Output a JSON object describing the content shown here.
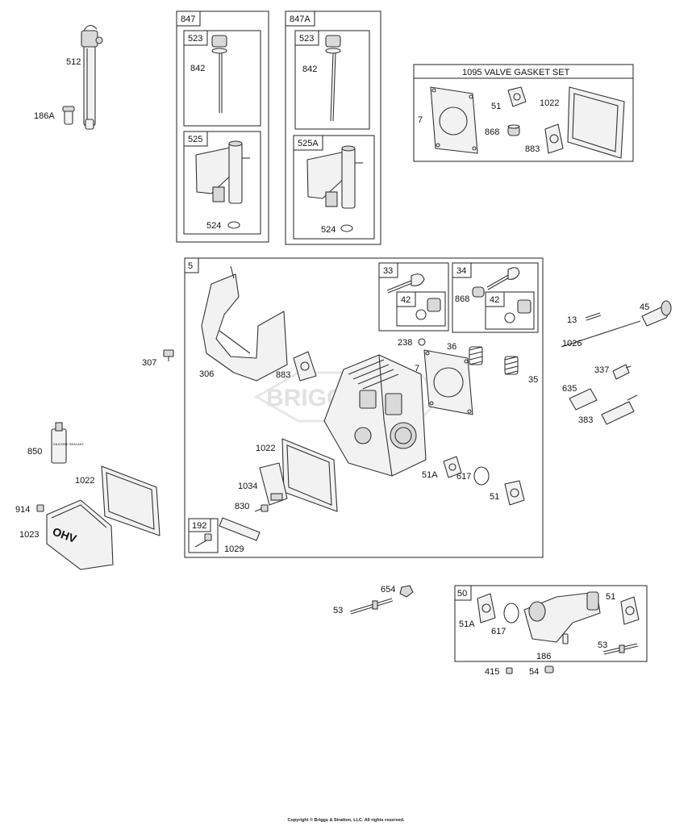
{
  "watermark": "BRIGGS",
  "copyright": "Copyright © Briggs & Stratton, LLC. All rights reserved.",
  "groups": {
    "g847": "847",
    "g847A": "847A",
    "g523a": "523",
    "g523b": "523",
    "g525": "525",
    "g525A": "525A",
    "g1095": "1095 VALVE GASKET SET",
    "g5": "5",
    "g33": "33",
    "g34": "34",
    "g42a": "42",
    "g42b": "42",
    "g192": "192",
    "g50": "50"
  },
  "parts": {
    "p512": "512",
    "p186A": "186A",
    "p842a": "842",
    "p842b": "842",
    "p524a": "524",
    "p524b": "524",
    "p7a": "7",
    "p51a": "51",
    "p1022a": "1022",
    "p868a": "868",
    "p883a": "883",
    "p307": "307",
    "p306": "306",
    "p883b": "883",
    "p238": "238",
    "p36": "36",
    "p7b": "7",
    "p35": "35",
    "p868b": "868",
    "p13": "13",
    "p45": "45",
    "p1026": "1026",
    "p337": "337",
    "p635": "635",
    "p383": "383",
    "p850": "850",
    "p1022b": "1022",
    "p1022c": "1022",
    "p914": "914",
    "p1023": "1023",
    "p1034": "1034",
    "p830": "830",
    "p1029": "1029",
    "p51Aa": "51A",
    "p617a": "617",
    "p51b": "51",
    "p654": "654",
    "p53a": "53",
    "p51Ab": "51A",
    "p617b": "617",
    "p51c": "51",
    "p186": "186",
    "p53b": "53",
    "p415": "415",
    "p54": "54"
  },
  "cover_emblem": "OHV",
  "sealant_tube_label": "SILICONE SEALANT"
}
